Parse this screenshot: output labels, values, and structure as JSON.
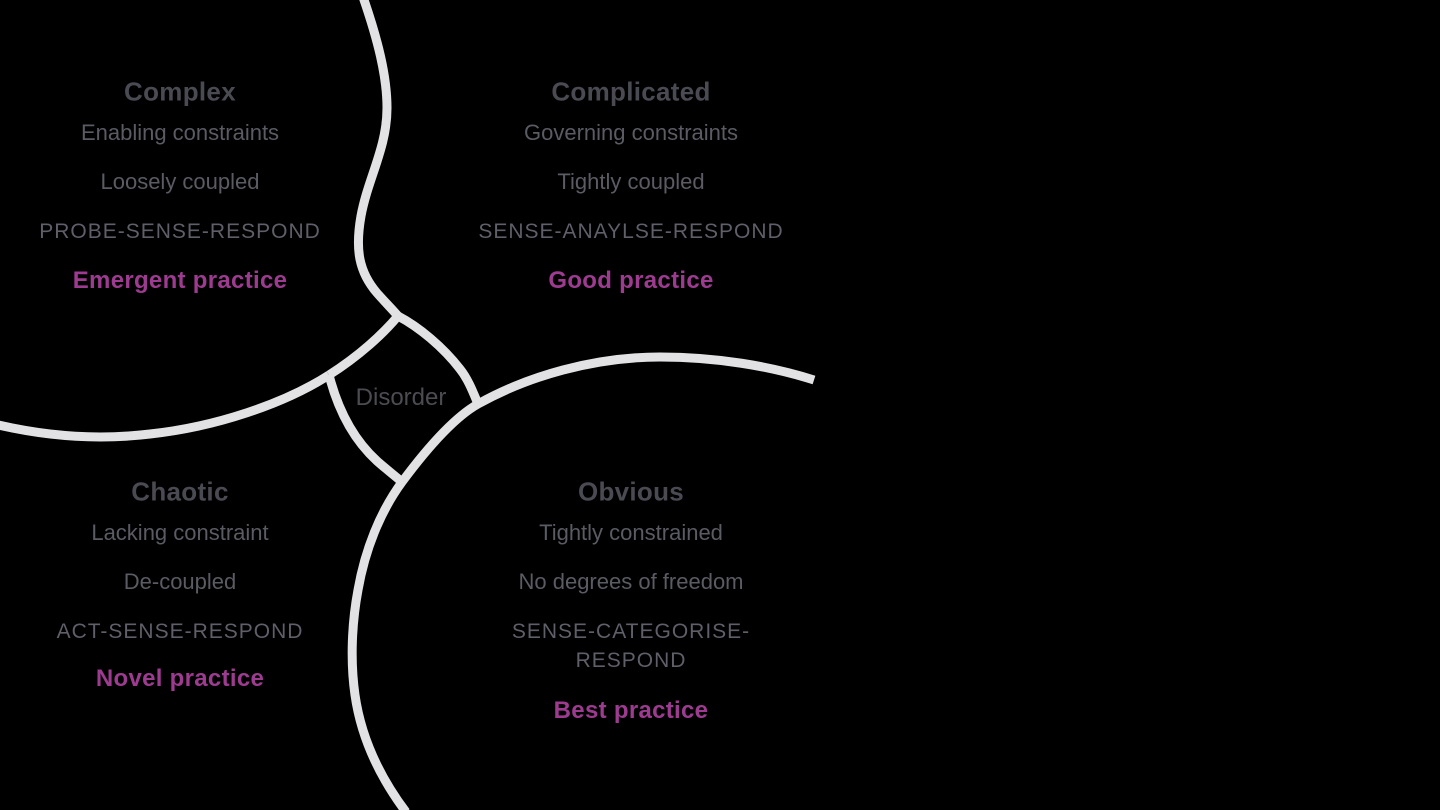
{
  "center": {
    "label": "Disorder"
  },
  "quadrants": [
    {
      "id": "complex",
      "heading": "Complex",
      "lines": [
        "Enabling constraints",
        "Loosely coupled",
        "PROBE-SENSE-RESPOND"
      ],
      "practice": "Emergent practice"
    },
    {
      "id": "complicated",
      "heading": "Complicated",
      "lines": [
        "Governing constraints",
        "Tightly coupled",
        "SENSE-ANAYLSE-RESPOND"
      ],
      "practice": "Good practice"
    },
    {
      "id": "chaotic",
      "heading": "Chaotic",
      "lines": [
        "Lacking constraint",
        "De-coupled",
        "ACT-SENSE-RESPOND"
      ],
      "practice": "Novel practice"
    },
    {
      "id": "obvious",
      "heading": "Obvious",
      "lines": [
        "Tightly constrained",
        "No degrees of freedom",
        "SENSE-CATEGORISE-RESPOND"
      ],
      "practice": "Best practice"
    }
  ],
  "colors": {
    "background": "#000000",
    "curve": "#e2e2e4",
    "heading_text": "#494a52",
    "body_text": "#5a5b63",
    "caps_text": "#5e5f68",
    "practice_accent": "#9d3b90",
    "disorder_text": "#4b4c52"
  }
}
